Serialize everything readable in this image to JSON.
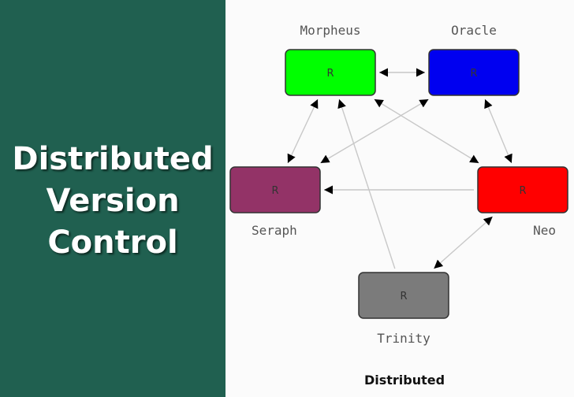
{
  "slide": {
    "title_lines": [
      "Distributed",
      "Version",
      "Control"
    ],
    "background_color": "#206050",
    "title_color": "#ffffff"
  },
  "diagram": {
    "caption": "Distributed",
    "repository_marker": "R",
    "nodes": [
      {
        "id": "morpheus",
        "name": "Morpheus",
        "color": "#00ff00"
      },
      {
        "id": "oracle",
        "name": "Oracle",
        "color": "#0000f0"
      },
      {
        "id": "seraph",
        "name": "Seraph",
        "color": "#933367"
      },
      {
        "id": "neo",
        "name": "Neo",
        "color": "#ff0000"
      },
      {
        "id": "trinity",
        "name": "Trinity",
        "color": "#7b7b7b"
      }
    ],
    "connections": [
      {
        "from": "morpheus",
        "to": "oracle",
        "bidirectional": true
      },
      {
        "from": "morpheus",
        "to": "seraph",
        "bidirectional": true
      },
      {
        "from": "morpheus",
        "to": "neo",
        "bidirectional": true
      },
      {
        "from": "oracle",
        "to": "neo",
        "bidirectional": true
      },
      {
        "from": "oracle",
        "to": "seraph",
        "bidirectional": true
      },
      {
        "from": "neo",
        "to": "seraph",
        "bidirectional": false
      },
      {
        "from": "neo",
        "to": "trinity",
        "bidirectional": true
      },
      {
        "from": "trinity",
        "to": "morpheus",
        "bidirectional": false
      }
    ]
  }
}
